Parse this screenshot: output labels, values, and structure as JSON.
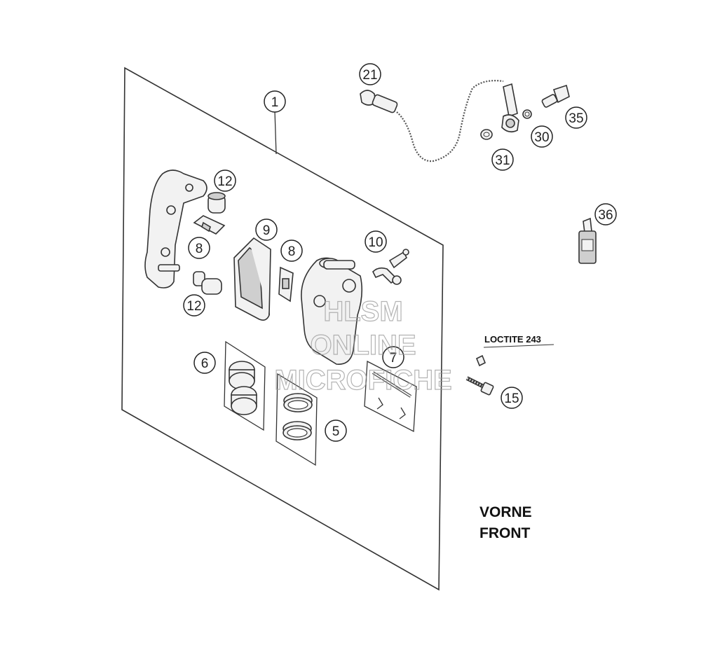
{
  "diagram": {
    "callouts": [
      {
        "id": "c1",
        "text": "1"
      },
      {
        "id": "c21",
        "text": "21"
      },
      {
        "id": "c12a",
        "text": "12"
      },
      {
        "id": "c8a",
        "text": "8"
      },
      {
        "id": "c9",
        "text": "9"
      },
      {
        "id": "c8b",
        "text": "8"
      },
      {
        "id": "c10",
        "text": "10"
      },
      {
        "id": "c12b",
        "text": "12"
      },
      {
        "id": "c6",
        "text": "6"
      },
      {
        "id": "c7",
        "text": "7"
      },
      {
        "id": "c5",
        "text": "5"
      },
      {
        "id": "c15",
        "text": "15"
      },
      {
        "id": "c31",
        "text": "31"
      },
      {
        "id": "c30",
        "text": "30"
      },
      {
        "id": "c35",
        "text": "35"
      },
      {
        "id": "c36",
        "text": "36"
      }
    ],
    "loctite_label": "LOCTITE 243",
    "direction_line1": "VORNE",
    "direction_line2": "FRONT",
    "watermark": [
      "HLSM",
      "ONLINE",
      "MICROFICHE"
    ]
  }
}
